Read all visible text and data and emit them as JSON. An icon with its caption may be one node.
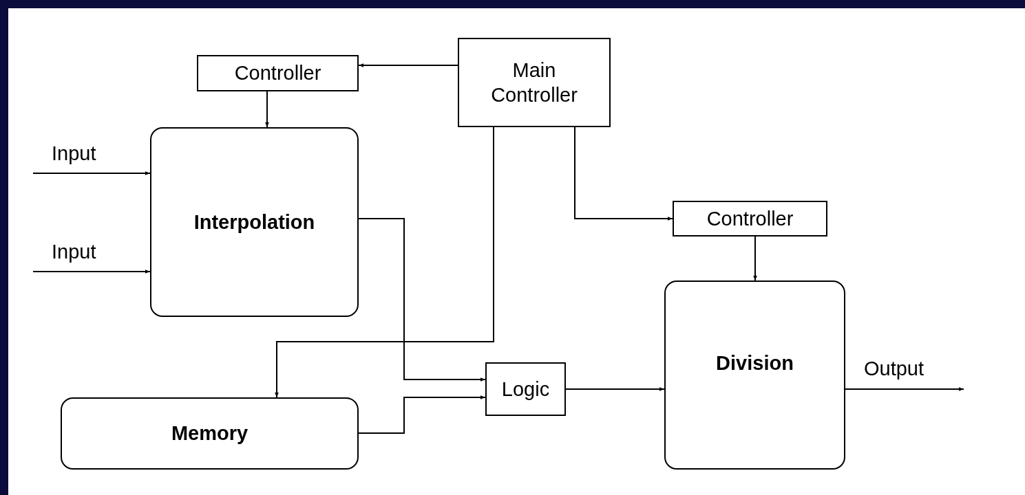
{
  "diagram": {
    "nodes": [
      {
        "text": [
          "Controller"
        ]
      },
      {
        "text": [
          "Main Controller"
        ]
      },
      {
        "text": [
          "Interpolation"
        ]
      },
      {
        "text": [
          "Controller"
        ]
      },
      {
        "text": [
          "Division"
        ]
      },
      {
        "text": [
          "Logic"
        ]
      },
      {
        "text": [
          "Memory"
        ]
      }
    ],
    "edges": [
      {
        "from": 1,
        "to": 0,
        "arrow": "to"
      },
      {
        "from": 0,
        "to": 2,
        "arrow": "to"
      },
      {
        "from": null,
        "to": 2,
        "arrow": "to",
        "label": "Input"
      },
      {
        "from": null,
        "to": 2,
        "arrow": "to",
        "label": "Input"
      },
      {
        "from": 1,
        "to": 6,
        "arrow": "to"
      },
      {
        "from": 1,
        "to": 3,
        "arrow": "to"
      },
      {
        "from": 3,
        "to": 4,
        "arrow": "to"
      },
      {
        "from": 2,
        "to": 5,
        "arrow": "to"
      },
      {
        "from": 6,
        "to": 5,
        "arrow": "to"
      },
      {
        "from": 5,
        "to": 4,
        "arrow": "to"
      },
      {
        "from": 4,
        "to": null,
        "arrow": "to",
        "label": "Output"
      }
    ]
  }
}
